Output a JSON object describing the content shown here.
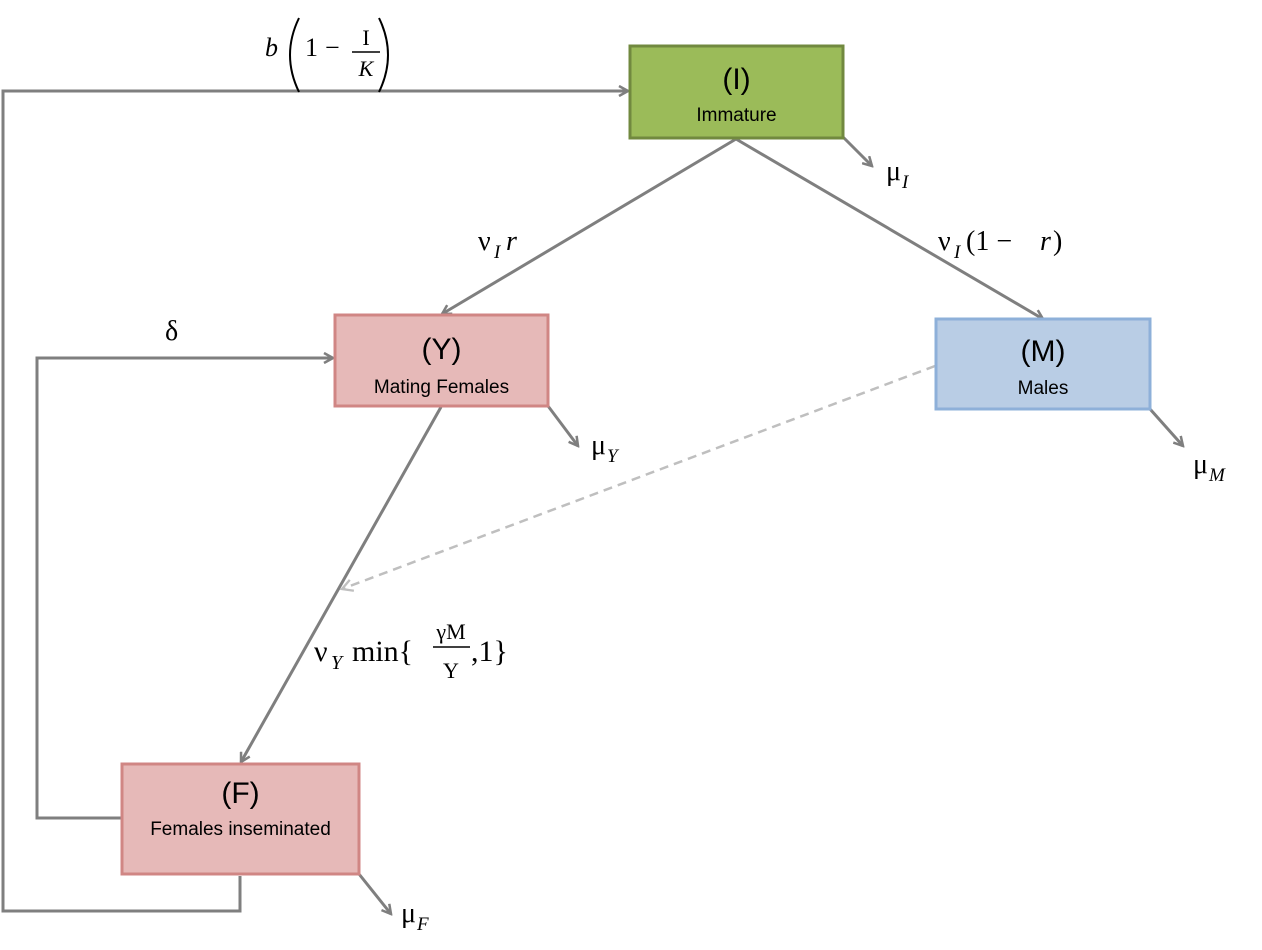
{
  "nodes": {
    "immature": {
      "code": "(I)",
      "label": "Immature",
      "fill": "#9bbb59",
      "stroke": "#71893f"
    },
    "mating_females": {
      "code": "(Y)",
      "label": "Mating Females",
      "fill": "#e6b9b8",
      "stroke": "#d08684"
    },
    "males": {
      "code": "(M)",
      "label": "Males",
      "fill": "#b9cde5",
      "stroke": "#8eb0d9"
    },
    "females_inseminated": {
      "code": "(F)",
      "label": "Females inseminated",
      "fill": "#e6b9b8",
      "stroke": "#d08684"
    }
  },
  "rates": {
    "birth": {
      "b": "b",
      "one": "1",
      "minus": "−",
      "num": "I",
      "den": "K"
    },
    "delta": "δ",
    "nu_i_r": {
      "nu": "ν",
      "sub": "I",
      "r": "r"
    },
    "nu_i_1mr": {
      "nu": "ν",
      "sub": "I",
      "rest": "(1 − ",
      "r": "r",
      "close": ")"
    },
    "nu_y_min": {
      "nu": "ν",
      "sub": "Y",
      "min": "min{",
      "num": "γM",
      "den": "Y",
      "tail": ",1}"
    },
    "mu_i": {
      "mu": "μ",
      "sub": "I"
    },
    "mu_y": {
      "mu": "μ",
      "sub": "Y"
    },
    "mu_m": {
      "mu": "μ",
      "sub": "M"
    },
    "mu_f": {
      "mu": "μ",
      "sub": "F"
    }
  },
  "colors": {
    "edge": "#7f7f7f",
    "dashed_edge": "#bfbfbf"
  }
}
